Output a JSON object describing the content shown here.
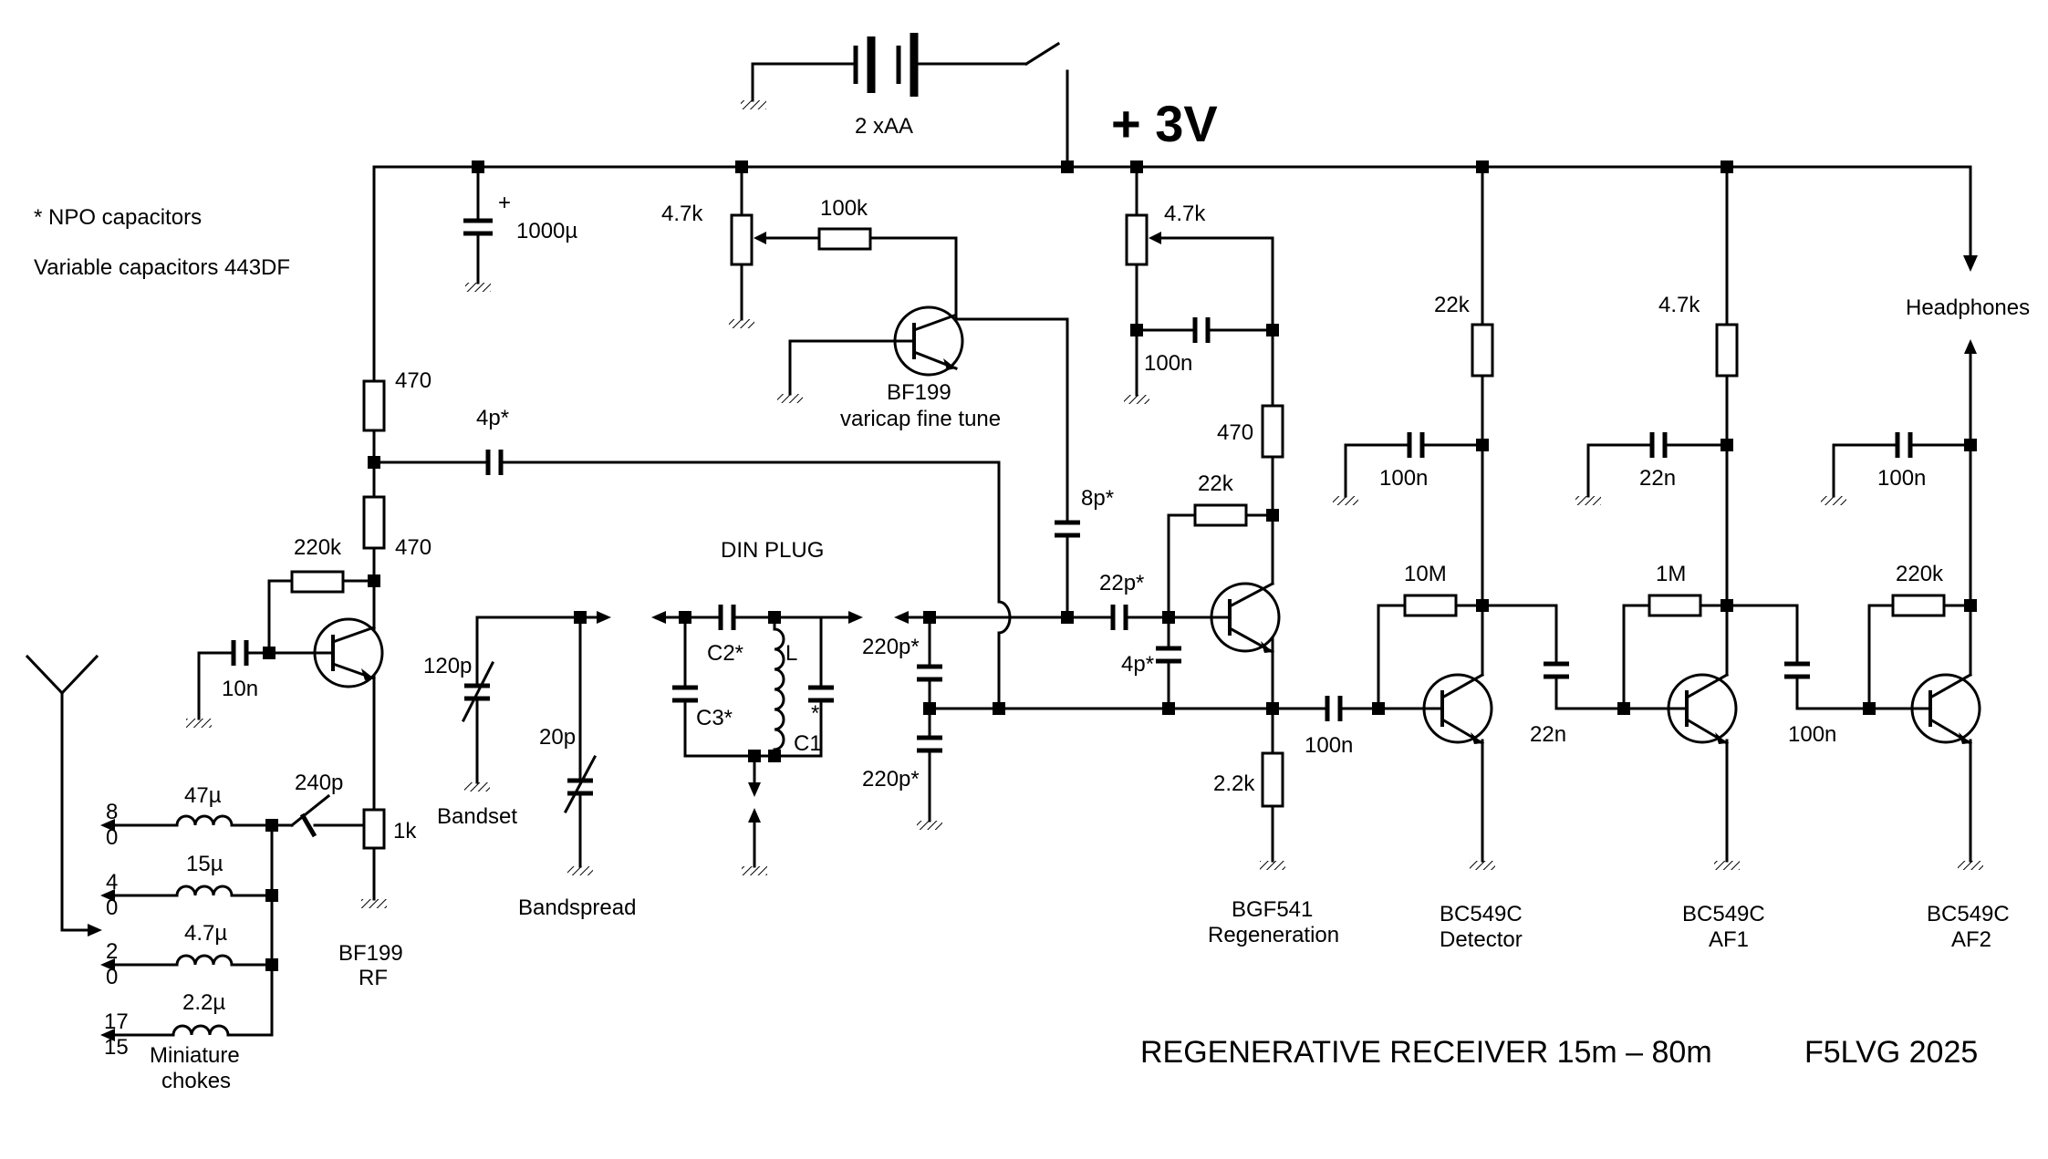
{
  "notes": {
    "npo": "* NPO capacitors",
    "varcap": "Variable capacitors 443DF"
  },
  "supply": {
    "voltage": "+ 3V",
    "battery": "2 xAA"
  },
  "components": {
    "c_1000u": "1000µ",
    "c_1000u_plus": "+",
    "r_470_top": "470",
    "r_470_mid": "470",
    "c_4p_top": "4p*",
    "r_220k_rf": "220k",
    "c_10n": "10n",
    "c_240p": "240p",
    "r_1k": "1k",
    "rf_name": "BF199",
    "rf_role": "RF",
    "pot_4k7_left": "4.7k",
    "r_100k": "100k",
    "var_name": "BF199",
    "var_role": "varicap fine tune",
    "c_8p": "8p*",
    "c_120p": "120p",
    "bandset": "Bandset",
    "c_20p": "20p",
    "bandspread": "Bandspread",
    "din": "DIN PLUG",
    "c2": "C2*",
    "l": "L",
    "c3": "C3*",
    "c1_star": "*",
    "c1": "C1",
    "c_220p_a": "220p*",
    "c_220p_b": "220p*",
    "c_22p": "22p*",
    "c_4p_reg": "4p*",
    "pot_4k7_reg": "4.7k",
    "c_100n_reg": "100n",
    "r_470_reg": "470",
    "r_22k_reg": "22k",
    "r_2k2": "2.2k",
    "reg_name": "BGF541",
    "reg_role": "Regeneration",
    "c_100n_det_in": "100n",
    "r_22k_det": "22k",
    "c_100n_det": "100n",
    "r_10M": "10M",
    "det_name": "BC549C",
    "det_role": "Detector",
    "c_22n_cpl": "22n",
    "r_4k7_af1": "4.7k",
    "c_22n_af1": "22n",
    "r_1M": "1M",
    "af1_name": "BC549C",
    "af1_role": "AF1",
    "c_100n_cpl": "100n",
    "c_100n_af2": "100n",
    "r_220k_af2": "220k",
    "af2_name": "BC549C",
    "af2_role": "AF2",
    "headphones": "Headphones"
  },
  "chokes": {
    "l1": "47µ",
    "l2": "15µ",
    "l3": "4.7µ",
    "l4": "2.2µ",
    "b1_top": "8",
    "b1_bot": "0",
    "b2_top": "4",
    "b2_bot": "0",
    "b3_top": "2",
    "b3_bot": "0",
    "b4_top": "17",
    "b4_bot": "15",
    "note1": "Miniature",
    "note2": "chokes"
  },
  "footer": {
    "title": "REGENERATIVE RECEIVER 15m – 80m",
    "author": "F5LVG 2025"
  }
}
